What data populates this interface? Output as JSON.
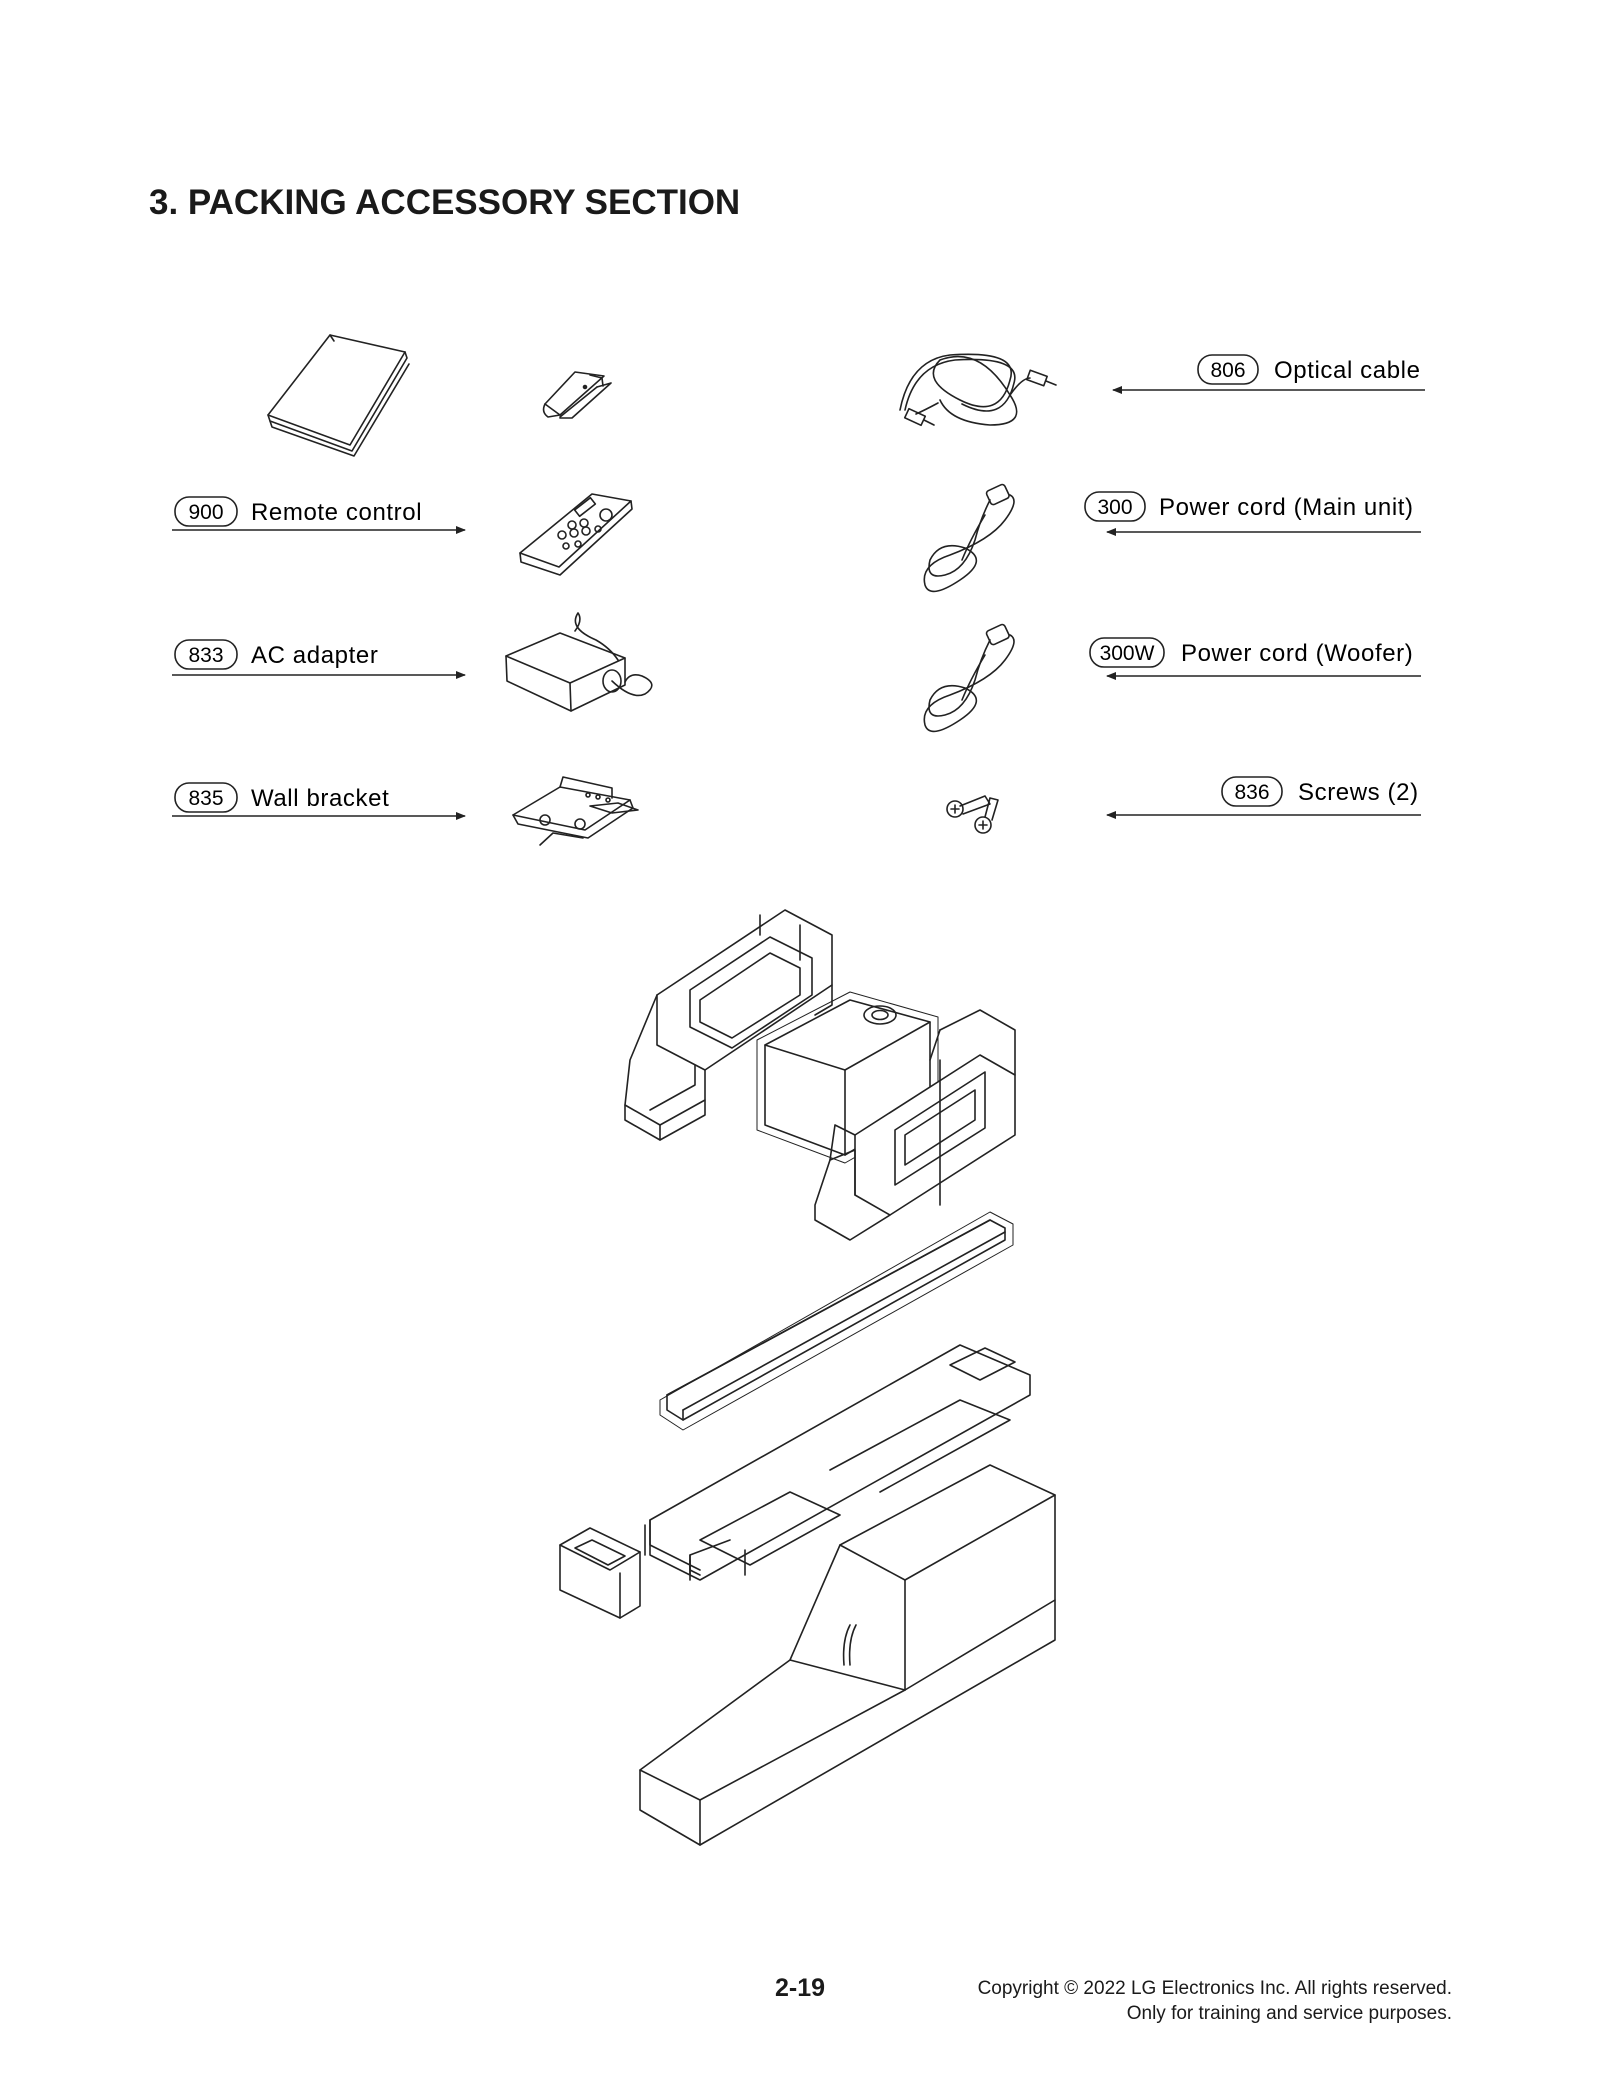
{
  "section_title": "3. PACKING ACCESSORY SECTION",
  "accessories": [
    {
      "number": "806",
      "label": "Optical cable"
    },
    {
      "number": "900",
      "label": "Remote control"
    },
    {
      "number": "300",
      "label": "Power cord (Main unit)"
    },
    {
      "number": "833",
      "label": "AC adapter"
    },
    {
      "number": "300W",
      "label": "Power cord (Woofer)"
    },
    {
      "number": "835",
      "label": "Wall bracket"
    },
    {
      "number": "836",
      "label": "Screws (2)"
    }
  ],
  "footer": {
    "page_number": "2-19",
    "copyright_line1": "Copyright © 2022 LG Electronics Inc. All rights reserved.",
    "copyright_line2": "Only for training and service purposes."
  }
}
